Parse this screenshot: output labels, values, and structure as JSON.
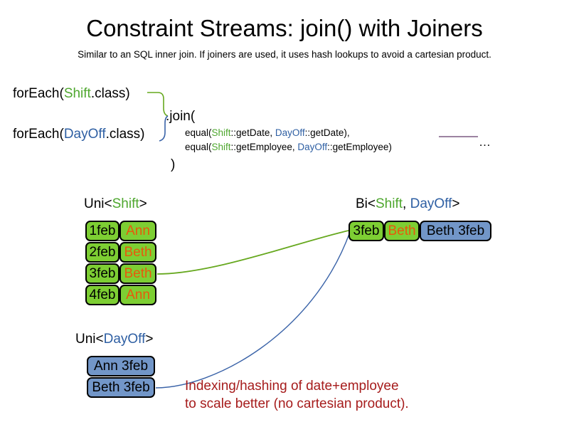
{
  "header": {
    "title": "Constraint Streams: join() with Joiners",
    "subtitle": "Similar to an SQL inner join. If joiners are used, it uses hash lookups to avoid a cartesian product."
  },
  "code": {
    "foreach_shift": {
      "prefix": "forEach(",
      "type": "Shift",
      "suffix": ".class)"
    },
    "foreach_dayoff": {
      "prefix": "forEach(",
      "type": "DayOff",
      "suffix": ".class)"
    },
    "join_open": ".join(",
    "join_close": ")",
    "arg_1": {
      "prefix": "equal(",
      "left_type": "Shift",
      "left_method": "::getDate, ",
      "right_type": "DayOff",
      "right_method": "::getDate),"
    },
    "arg_2": {
      "prefix": "equal(",
      "left_type": "Shift",
      "left_method": "::getEmployee, ",
      "right_type": "DayOff",
      "right_method": "::getEmployee)"
    },
    "ellipsis": "…"
  },
  "streams": {
    "uni_shift": {
      "label_prefix": "Uni<",
      "label_type": "Shift",
      "label_suffix": ">",
      "rows": [
        {
          "date": "1feb",
          "employee": "Ann"
        },
        {
          "date": "2feb",
          "employee": "Beth"
        },
        {
          "date": "3feb",
          "employee": "Beth"
        },
        {
          "date": "4feb",
          "employee": "Ann"
        }
      ]
    },
    "uni_dayoff": {
      "label_prefix": "Uni<",
      "label_type": "DayOff",
      "label_suffix": ">",
      "rows": [
        {
          "text": "Ann 3feb"
        },
        {
          "text": "Beth 3feb"
        }
      ]
    },
    "bi": {
      "label_prefix": "Bi<",
      "label_type_a": "Shift",
      "label_sep": ", ",
      "label_type_b": "DayOff",
      "label_suffix": ">",
      "tuple": {
        "date": "3feb",
        "employee": "Beth",
        "dayoff": "Beth 3feb"
      }
    }
  },
  "annotation": {
    "line1": "Indexing/hashing of date+employee",
    "line2": "to scale better (no cartesian product)."
  },
  "colors": {
    "shift_green": "#4ea72e",
    "dayoff_blue": "#2e5fa3",
    "box_green": "#7dce33",
    "box_blue": "#7296c8",
    "employee_orange": "#e8590c",
    "annotation_red": "#a61c1c",
    "connector_green": "#66a81e",
    "connector_blue": "#3a63a8",
    "rule_purple": "#7c5a82"
  }
}
